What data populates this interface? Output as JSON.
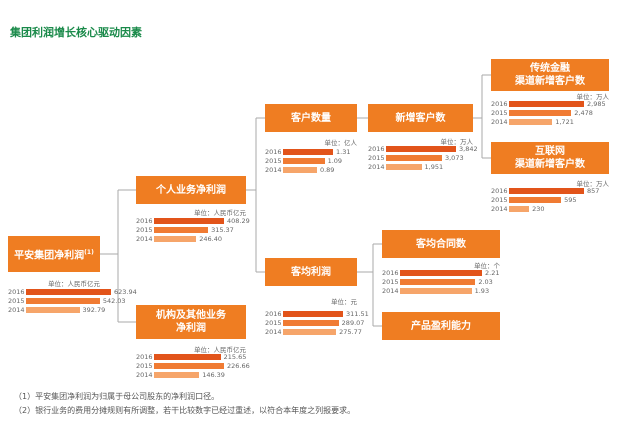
{
  "title": "集团利润增长核心驱动因素",
  "years": [
    "2016",
    "2015",
    "2014"
  ],
  "nodes": {
    "group": {
      "label": "平安集团净利润",
      "sup": "(1)",
      "unit": "单位：人民币亿元",
      "values": [
        623.94,
        542.03,
        392.79
      ]
    },
    "retail": {
      "label": "个人业务净利润",
      "unit": "单位：人民币亿元",
      "values": [
        408.29,
        315.37,
        246.4
      ]
    },
    "corporate": {
      "label": "机构及其他业务\n净利润",
      "unit": "单位：人民币亿元",
      "values": [
        215.65,
        226.66,
        146.39
      ]
    },
    "customers": {
      "label": "客户数量",
      "unit": "单位：亿人",
      "values": [
        1.31,
        1.09,
        0.89
      ]
    },
    "profit_per_customer": {
      "label": "客均利润",
      "unit": "单位：元",
      "values": [
        311.51,
        289.07,
        275.77
      ]
    },
    "new_customers": {
      "label": "新增客户数",
      "unit": "单位：万人",
      "values": [
        3842,
        3073,
        1951
      ]
    },
    "contracts_per_customer": {
      "label": "客均合同数",
      "unit": "单位：个",
      "values": [
        2.21,
        2.03,
        1.93
      ]
    },
    "profitability": {
      "label": "产品盈利能力"
    },
    "traditional_channel": {
      "label": "传统金融\n渠道新增客户数",
      "unit": "单位：万人",
      "values": [
        2985,
        2478,
        1721
      ]
    },
    "internet_channel": {
      "label": "互联网\n渠道新增客户数",
      "unit": "单位：万人",
      "values": [
        857,
        595,
        230
      ]
    }
  },
  "display": {
    "group": [
      "623.94",
      "542.03",
      "392.79"
    ],
    "retail": [
      "408.29",
      "315.37",
      "246.40"
    ],
    "corporate": [
      "215.65",
      "226.66",
      "146.39"
    ],
    "customers": [
      "1.31",
      "1.09",
      "0.89"
    ],
    "profit_per_customer": [
      "311.51",
      "289.07",
      "275.77"
    ],
    "new_customers": [
      "3,842",
      "3,073",
      "1,951"
    ],
    "contracts_per_customer": [
      "2.21",
      "2.03",
      "1.93"
    ],
    "traditional_channel": [
      "2,985",
      "2,478",
      "1,721"
    ],
    "internet_channel": [
      "857",
      "595",
      "230"
    ]
  },
  "notes": [
    "（1）平安集团净利润为归属于母公司股东的净利润口径。",
    "（2）银行业务的费用分摊规则有所调整，若干比较数字已经过重述，以符合本年度之列报要求。"
  ],
  "colors": {
    "node": "#ef7d22",
    "title": "#1a8a4a",
    "bar_2016": "#e2541a",
    "bar_2015": "#f07b33",
    "bar_2014": "#f6a56a",
    "link": "#aaaaaa"
  }
}
